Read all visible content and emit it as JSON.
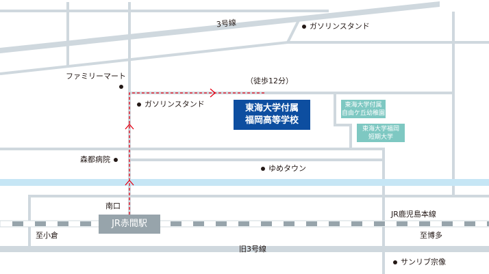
{
  "colors": {
    "road": "#cfd8de",
    "river": "#c6e6f5",
    "route": "#e60012",
    "school": "#0d4ea0",
    "kindergarten": "#7ec8c2",
    "station": "#97a4ab"
  },
  "roads": {
    "route3": "3号線",
    "old_route3": "旧3号線",
    "jr_line": "JR鹿児島本線"
  },
  "walk_time": "（徒歩12分）",
  "school": {
    "line1": "東海大学付属",
    "line2": "福岡高等学校"
  },
  "kindergarten": {
    "line1": "東海大学付属",
    "line2": "自由ケ丘幼稚園"
  },
  "college": {
    "line1": "東海大学福岡",
    "line2": "短期大学"
  },
  "station": {
    "name": "JR赤間駅",
    "exit": "南口"
  },
  "directions": {
    "west": "至小倉",
    "east": "至博多"
  },
  "landmarks": {
    "gas_top": "ガソリンスタンド",
    "familymart": "ファミリーマート",
    "gas_mid": "ガソリンスタンド",
    "hospital": "森都病院",
    "youme": "ゆめタウン",
    "sunlive": "サンリブ宗像"
  }
}
